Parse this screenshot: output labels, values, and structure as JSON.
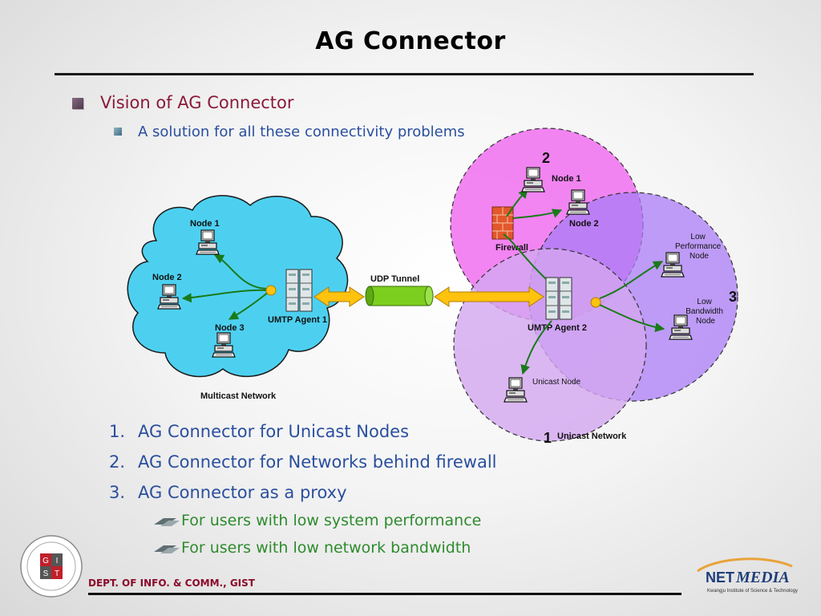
{
  "slide": {
    "title": "AG Connector",
    "bullet_main": "Vision of AG Connector",
    "bullet_sub": "A solution for all these connectivity problems",
    "items": [
      {
        "num": "1.",
        "text": "AG Connector for Unicast Nodes"
      },
      {
        "num": "2.",
        "text": "AG Connector for Networks behind firewall"
      },
      {
        "num": "3.",
        "text": "AG Connector as a proxy"
      }
    ],
    "subitems": [
      "For users with low system performance",
      "For users with low network bandwidth"
    ],
    "footer": "DEPT. OF INFO. & COMM., GIST"
  },
  "diagram": {
    "multicast": {
      "node1": "Node 1",
      "node2": "Node 2",
      "node3": "Node 3",
      "agent": "UMTP Agent 1",
      "network": "Multicast Network"
    },
    "tunnel": "UDP Tunnel",
    "region2": {
      "number": "2",
      "node1": "Node 1",
      "node2": "Node 2",
      "firewall": "Firewall"
    },
    "region3": {
      "number": "3",
      "low_perf": [
        "Low",
        "Performance",
        "Node"
      ],
      "low_bw": [
        "Low",
        "Bandwidth",
        "Node"
      ]
    },
    "region1": {
      "number": "1",
      "agent": "UMTP Agent 2",
      "unicast_node": "Unicast Node",
      "network": "Unicast Network"
    },
    "colors": {
      "cloud": "#4dd0f0",
      "region2": "#f070f0",
      "region3": "#a97cf5",
      "region1": "#d3a6f0",
      "tunnel": "#7ccf1e",
      "arrow": "#ffc20e",
      "link": "#1a7a1a"
    }
  },
  "logos": {
    "seal": {
      "text": [
        "G",
        "I",
        "S",
        "T"
      ]
    },
    "netmedia": {
      "brand_a": "NET",
      "brand_b": "MEDIA",
      "tagline": "Kwangju Institute of Science & Technology"
    }
  }
}
